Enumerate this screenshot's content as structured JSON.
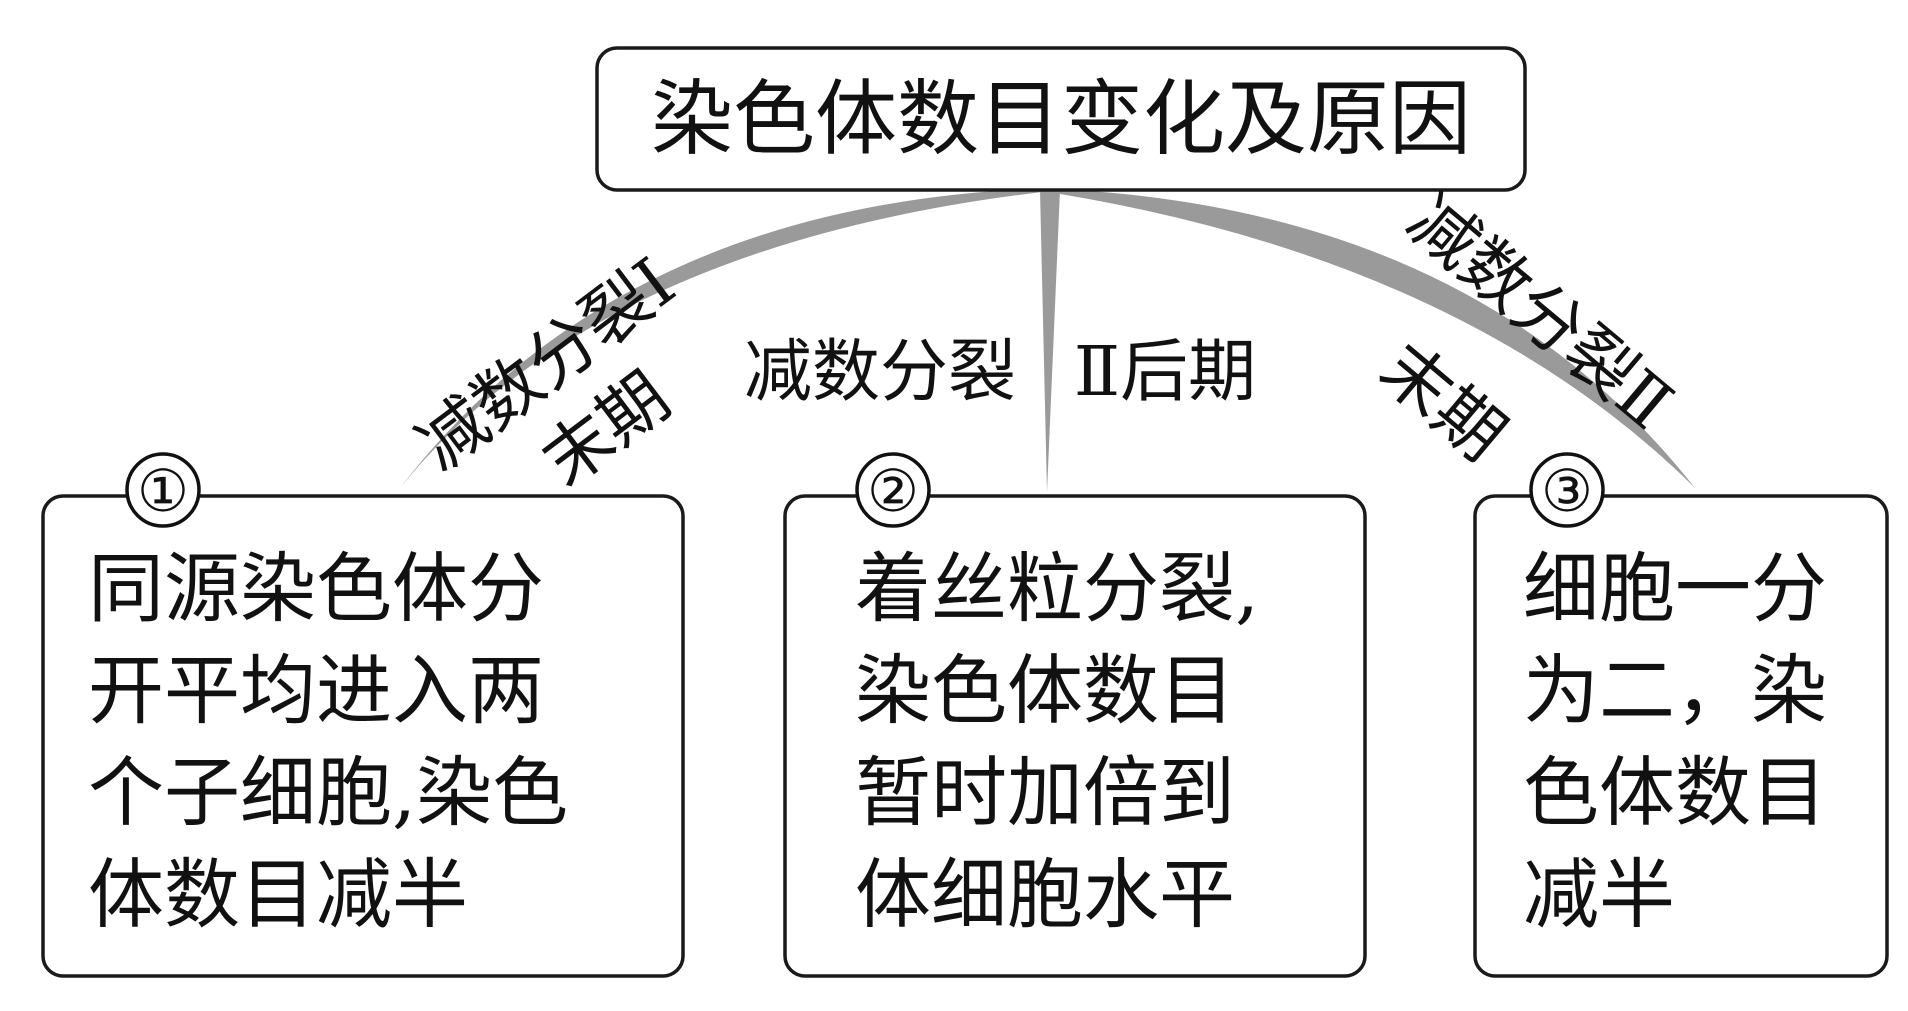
{
  "title": "染色体数目变化及原因",
  "labels": {
    "left_arc_line1": "减数分裂Ⅰ",
    "left_arc_line2": "末期",
    "middle_line1": "减数分裂",
    "middle_line2": "Ⅱ后期",
    "right_arc_line1": "减数分裂Ⅱ",
    "right_arc_line2": "末期"
  },
  "boxes": [
    {
      "number": "①",
      "lines": [
        "同源染色体分",
        "开平均进入两",
        "个子细胞,染色",
        "体数目减半"
      ]
    },
    {
      "number": "②",
      "lines": [
        "着丝粒分裂,",
        "染色体数目",
        "暂时加倍到",
        "体细胞水平"
      ]
    },
    {
      "number": "③",
      "lines": [
        "细胞一分",
        "为二，染",
        "色体数目",
        "减半"
      ]
    }
  ]
}
